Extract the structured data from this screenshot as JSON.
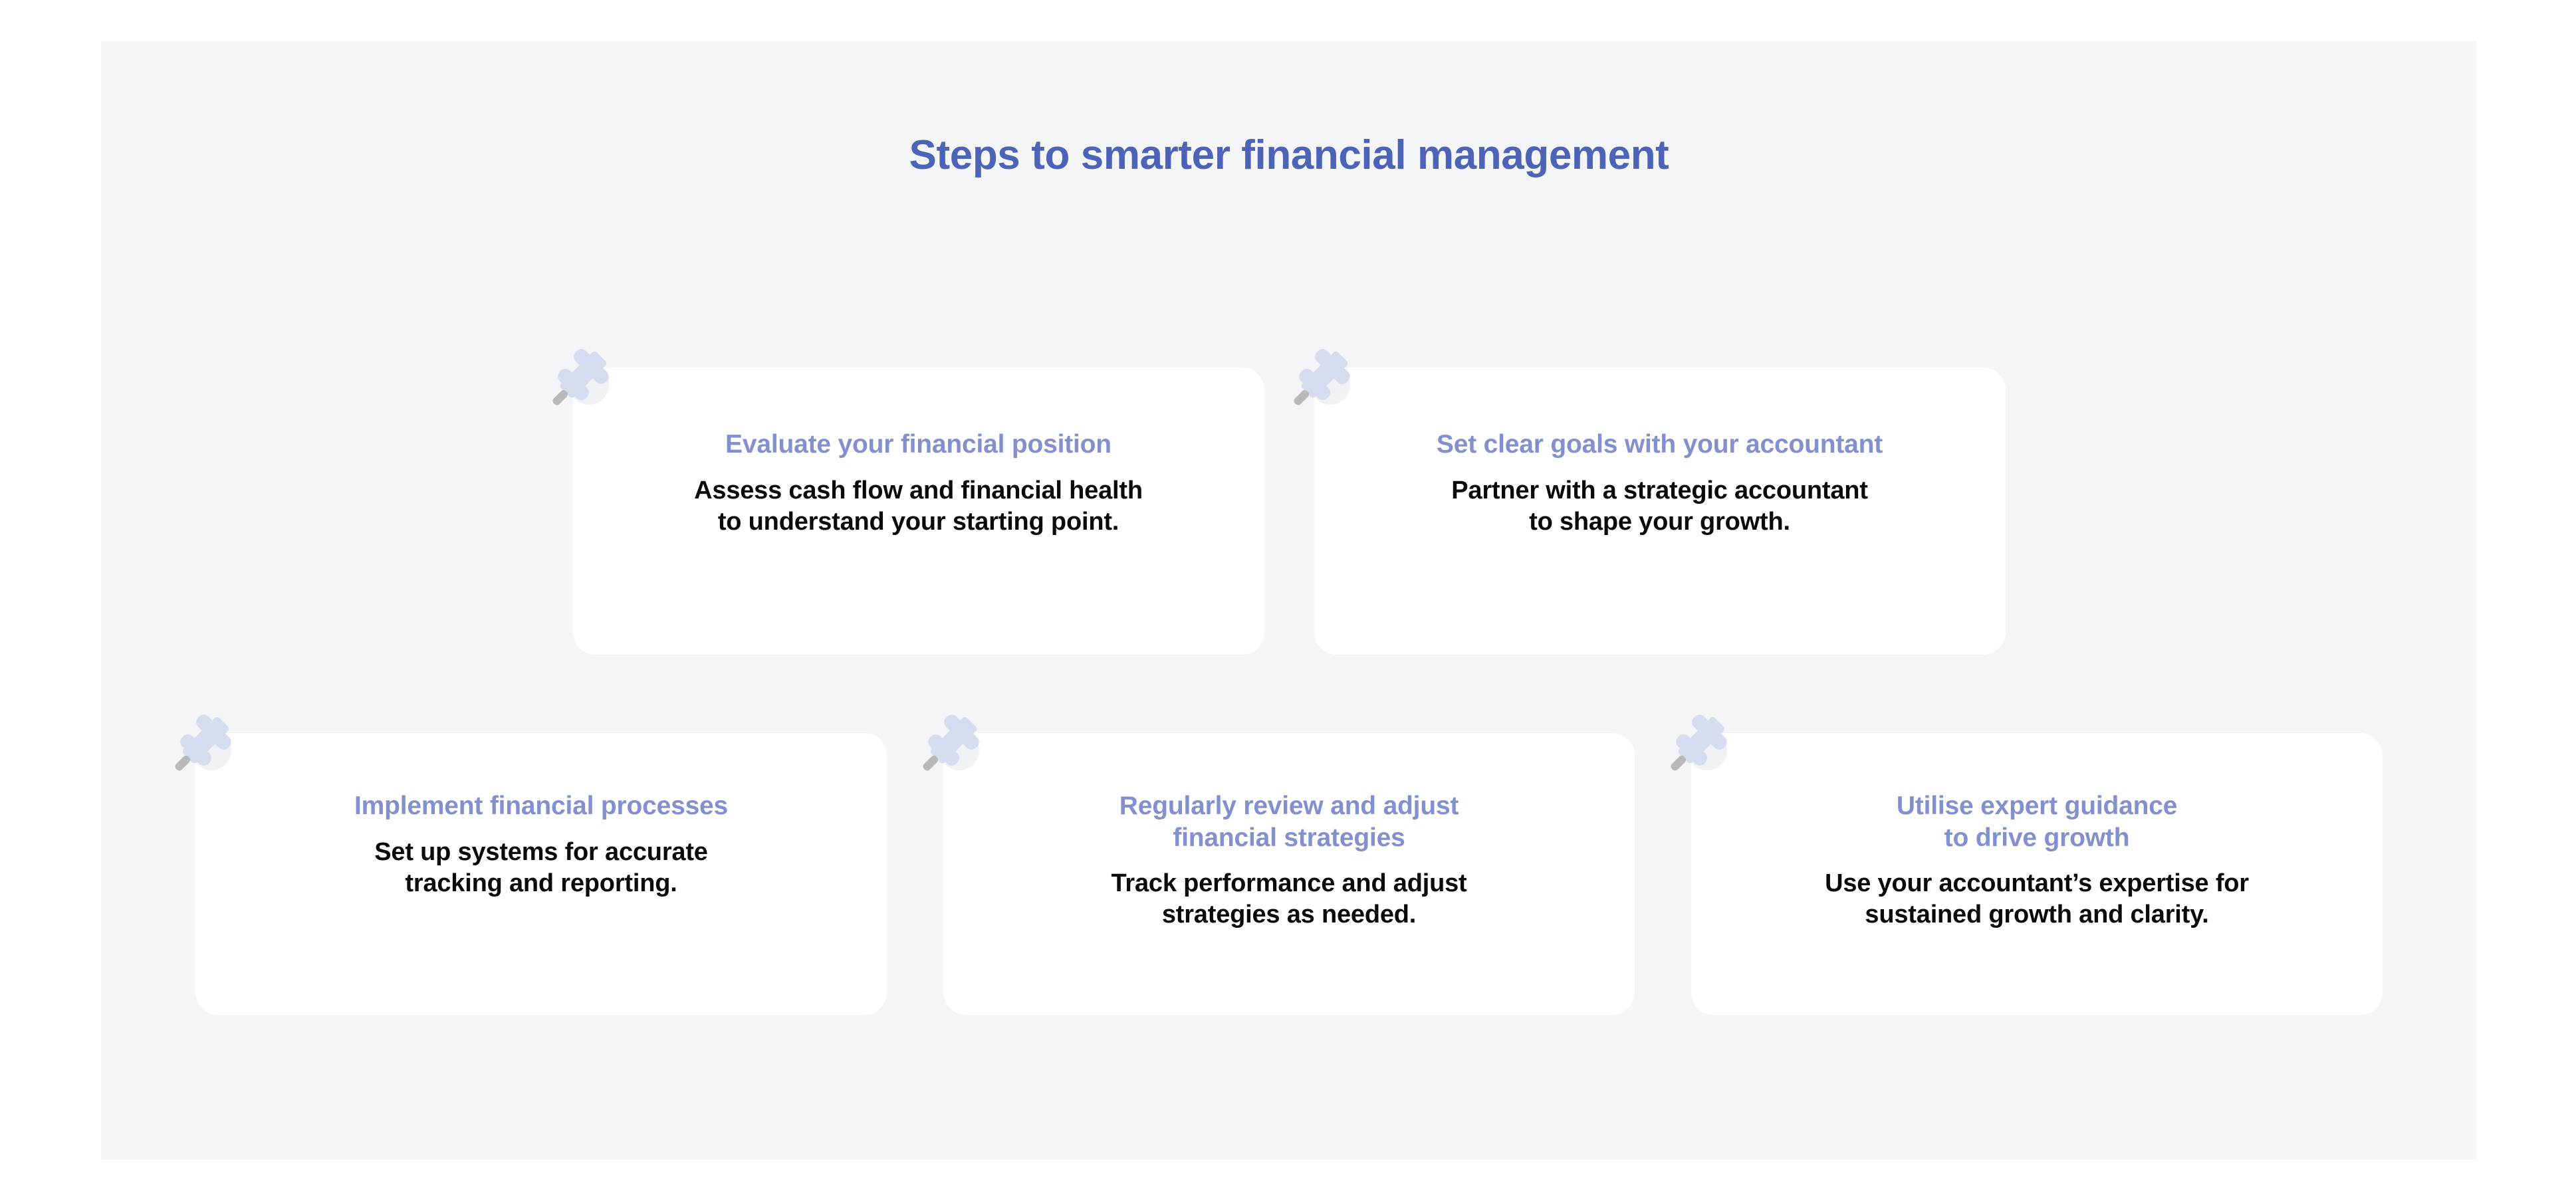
{
  "page": {
    "background_color": "#ffffff",
    "panel_background_color": "#f4f5f6"
  },
  "heading": {
    "title": "Steps to smarter financial management",
    "color": "#4d63b8"
  },
  "theme": {
    "card_background": "#ffffff",
    "card_title_color": "#8290cf",
    "card_body_color": "#0a0a0a",
    "pin_body_color": "#d5dcef",
    "pin_needle_color": "#b9b9b9",
    "pin_shadow_color": "#f2f2f4"
  },
  "icons": {
    "pin": "pushpin-icon"
  },
  "cards": {
    "row_1": [
      {
        "title": "Evaluate your financial position",
        "body": "Assess cash flow and financial health\nto understand your starting point.",
        "pin_label": "pushpin-icon"
      },
      {
        "title": "Set clear goals with your accountant",
        "body": "Partner with a strategic accountant\nto shape your growth.",
        "pin_label": "pushpin-icon"
      }
    ],
    "row_2": [
      {
        "title": "Implement financial processes",
        "body": "Set up systems for accurate\ntracking and reporting.",
        "pin_label": "pushpin-icon"
      },
      {
        "title": "Regularly review and adjust\nfinancial strategies",
        "body": "Track performance and adjust\nstrategies as needed.",
        "pin_label": "pushpin-icon"
      },
      {
        "title": "Utilise expert guidance\nto drive growth",
        "body": "Use your accountant’s expertise for\nsustained growth and clarity.",
        "pin_label": "pushpin-icon"
      }
    ]
  }
}
